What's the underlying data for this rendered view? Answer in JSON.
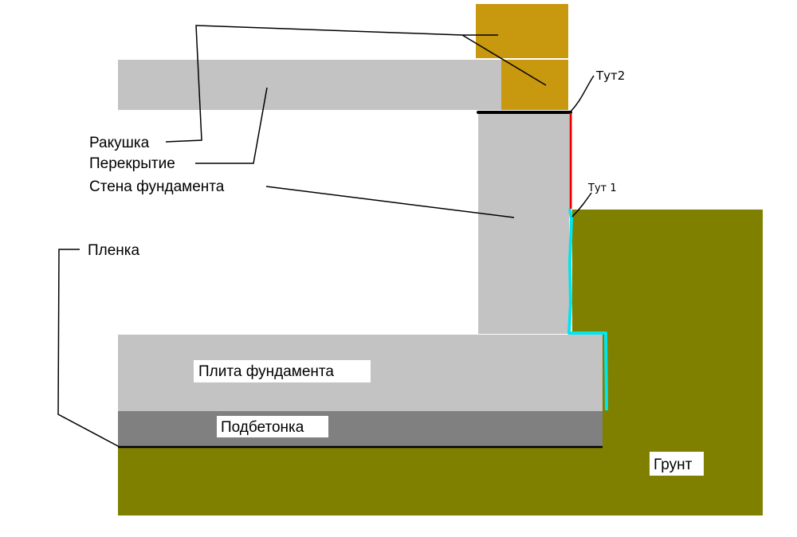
{
  "labels": {
    "shell_rock": "Ракушка",
    "floor_slab": "Перекрытие",
    "foundation_wall": "Стена фундамента",
    "film": "Пленка",
    "foundation_plate": "Плита фундамента",
    "concrete_prep": "Подбетонка",
    "soil": "Грунт",
    "here1": "Тут 1",
    "here2": "Тут2"
  },
  "colors": {
    "soil": "#808000",
    "concrete": "#c3c3c3",
    "prep_concrete": "#808080",
    "shell_rock": "#c8980f",
    "waterproofing_cyan": "#00e5ee",
    "gap_red": "#ee0000",
    "film_line": "#000000"
  }
}
